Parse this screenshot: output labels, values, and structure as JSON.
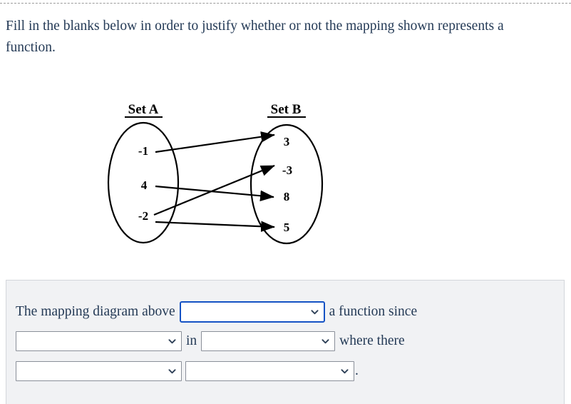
{
  "page": {
    "background": "#ffffff",
    "text_color": "#243a56"
  },
  "prompt": {
    "text": "Fill in the blanks below in order to justify whether or not the mapping shown represents a function."
  },
  "diagram": {
    "type": "mapping-diagram",
    "set_a": {
      "label": "Set A",
      "elements": [
        "-1",
        "4",
        "-2"
      ]
    },
    "set_b": {
      "label": "Set B",
      "elements": [
        "3",
        "-3",
        "8",
        "5"
      ]
    },
    "arrows": [
      {
        "from": "-1",
        "to": "3"
      },
      {
        "from": "4",
        "to": "8"
      },
      {
        "from": "-2",
        "to": "-3"
      },
      {
        "from": "-2",
        "to": "5"
      }
    ]
  },
  "answer_panel": {
    "background": "#f1f2f4",
    "border_color": "#d3d6db",
    "focus_color": "#1552c4",
    "row1": {
      "lead_text": "The mapping diagram above",
      "dropdown1": {
        "value": "",
        "placeholder": "",
        "focused": true
      },
      "trail_text": "a function since"
    },
    "row2": {
      "dropdown2": {
        "value": "",
        "placeholder": "",
        "focused": false
      },
      "mid_text": "in",
      "dropdown3": {
        "value": "",
        "placeholder": "",
        "focused": false
      },
      "trail_text": "where there"
    },
    "row3": {
      "dropdown4": {
        "value": "",
        "placeholder": "",
        "focused": false
      },
      "dropdown5": {
        "value": "",
        "placeholder": "",
        "focused": false
      },
      "period": "."
    }
  },
  "icons": {
    "chevron_down": "chevron-down-icon"
  }
}
